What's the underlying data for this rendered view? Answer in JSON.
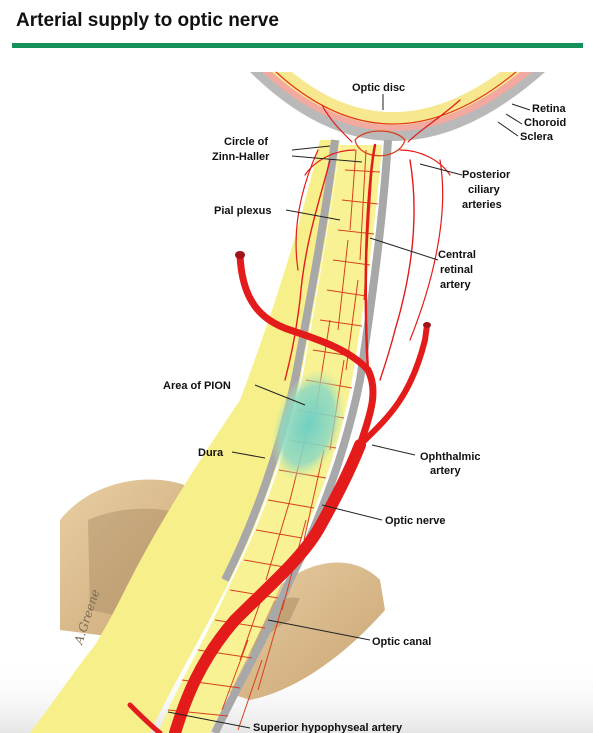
{
  "title": "Arterial supply to optic nerve",
  "labels": {
    "optic_disc": "Optic disc",
    "retina": "Retina",
    "choroid": "Choroid",
    "sclera": "Sclera",
    "circle_zinn_1": "Circle of",
    "circle_zinn_2": "Zinn-Haller",
    "posterior_ciliary_1": "Posterior",
    "posterior_ciliary_2": "ciliary",
    "posterior_ciliary_3": "arteries",
    "pial_plexus": "Pial plexus",
    "central_retinal_1": "Central",
    "central_retinal_2": "retinal",
    "central_retinal_3": "artery",
    "area_pion": "Area of PION",
    "dura": "Dura",
    "ophthalmic_1": "Ophthalmic",
    "ophthalmic_2": "artery",
    "optic_nerve": "Optic nerve",
    "optic_canal": "Optic canal",
    "superior_hypophyseal": "Superior hypophyseal artery"
  },
  "signature": "A.Greene",
  "colors": {
    "accent_rule": "#14915a",
    "artery": "#e41b1b",
    "nerve": "#f7f08a",
    "dura": "#a8a8a8",
    "bone": "#d9b98a",
    "pion": "#79cfc0"
  }
}
